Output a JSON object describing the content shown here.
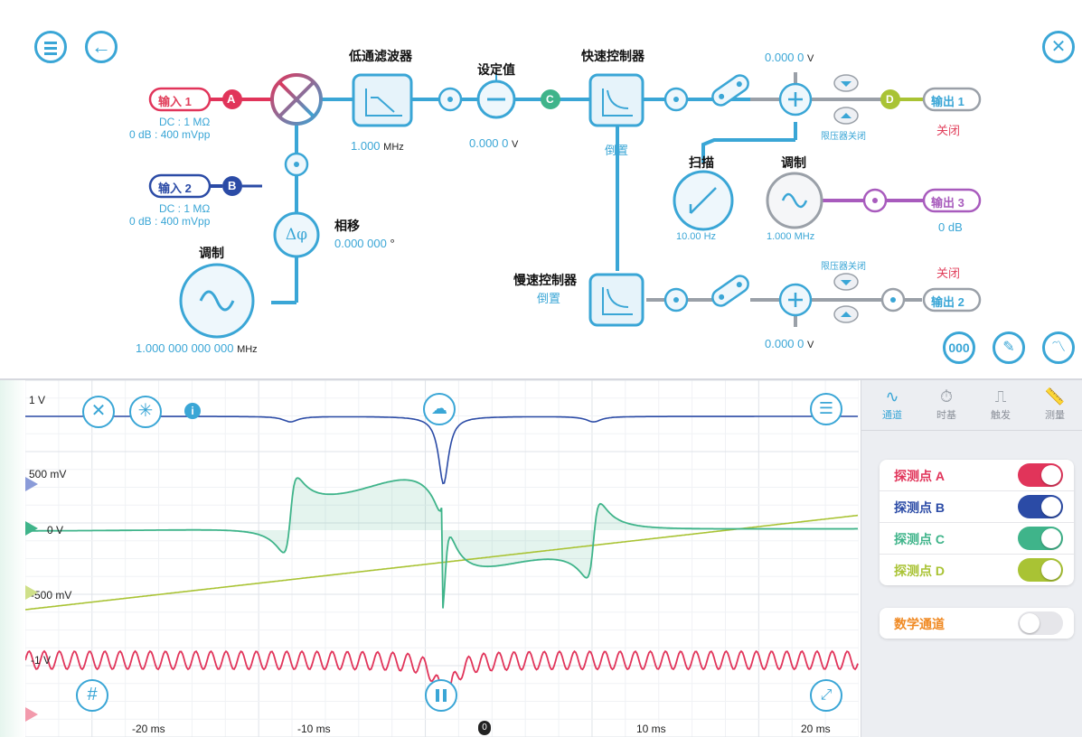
{
  "toolbar": {
    "menu_icon": "menu-icon",
    "back_icon": "back-arrow-icon",
    "tools_icon": "wrench-icon"
  },
  "flow": {
    "input1": {
      "label": "输入 1",
      "dc": "DC : 1 MΩ",
      "db": "0 dB : 400 mVpp"
    },
    "input2": {
      "label": "输入 2",
      "dc": "DC : 1 MΩ",
      "db": "0 dB : 400 mVpp"
    },
    "probes": {
      "a": "A",
      "b": "B",
      "c": "C",
      "d": "D"
    },
    "lowpass": {
      "title": "低通滤波器",
      "value": "1.000",
      "unit": "MHz"
    },
    "setpoint": {
      "title": "设定值",
      "value": "0.000 0",
      "unit": "V"
    },
    "fast": {
      "title": "快速控制器",
      "sub": "倒置"
    },
    "slow": {
      "title": "慢速控制器",
      "sub": "倒置"
    },
    "offset_top": {
      "value": "0.000 0",
      "unit": "V"
    },
    "offset_bottom": {
      "value": "0.000 0",
      "unit": "V"
    },
    "limiter_top": "限压器关闭",
    "limiter_bottom": "限压器关闭",
    "out1": {
      "label": "输出 1",
      "status": "关闭"
    },
    "out2": {
      "label": "输出 2",
      "status": "关闭"
    },
    "out3": {
      "label": "输出 3",
      "status": "0 dB"
    },
    "sweep": {
      "title": "扫描",
      "value": "10.00 Hz"
    },
    "mod_right": {
      "title": "调制",
      "value": "1.000 MHz"
    },
    "mod_left": {
      "title": "调制",
      "value": "1.000 000 000 000",
      "unit": "MHz"
    },
    "phase": {
      "title": "相移",
      "value": "0.000 000",
      "unit": "°"
    },
    "bottom_buttons": {
      "digits": "000",
      "notes_icon": "notes-icon",
      "chart_icon": "trend-icon"
    }
  },
  "scope": {
    "labels": {
      "top": "1 V",
      "b": "500 mV",
      "c": "0 V",
      "d": "-500 mV",
      "a": "-1 V"
    },
    "x_ticks": [
      "-20 ms",
      "-10 ms",
      "0",
      "10 ms",
      "20 ms"
    ],
    "trigger_marker": "0"
  },
  "sidebar": {
    "tabs": [
      {
        "label": "通道",
        "icon": "∿"
      },
      {
        "label": "时基",
        "icon": "⏱"
      },
      {
        "label": "触发",
        "icon": "⎍"
      },
      {
        "label": "测量",
        "icon": "📏"
      }
    ],
    "channels": [
      {
        "name": "探测点 A",
        "color": "#e1345a",
        "on": true
      },
      {
        "name": "探测点 B",
        "color": "#2b4ba6",
        "on": true
      },
      {
        "name": "探测点 C",
        "color": "#3fb48a",
        "on": true
      },
      {
        "name": "探测点 D",
        "color": "#a9c334",
        "on": true
      }
    ],
    "math": {
      "name": "数学通道",
      "color": "#f08a24",
      "on": false
    }
  },
  "colors": {
    "accent": "#3aa6d6",
    "chA": "#e1345a",
    "chB": "#2b4ba6",
    "chC": "#3fb48a",
    "chD": "#a9c334"
  }
}
